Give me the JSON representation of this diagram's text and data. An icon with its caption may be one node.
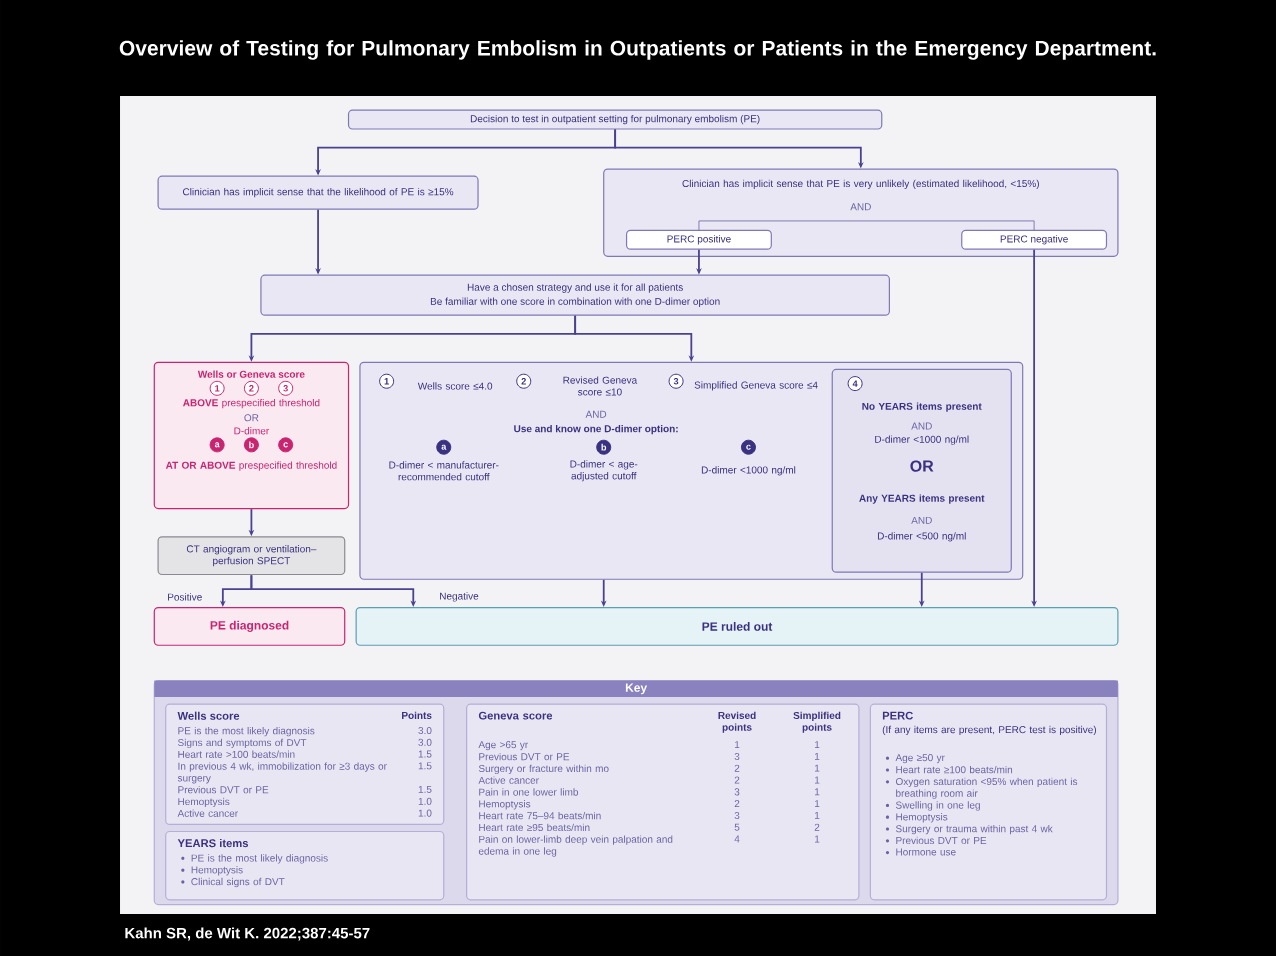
{
  "diagram": {
    "title": "Overview of Testing for Pulmonary Embolism in Outpatients or Patients in the Emergency Department.",
    "caption": "Kahn SR, de Wit K. 2022;387:45-57",
    "nodes": [
      {
        "text": [
          "Decision to test in outpatient setting for pulmonary embolism (PE)"
        ]
      },
      {
        "text": [
          "Clinician has implicit sense that the likelihood of PE is ≥15%"
        ]
      },
      {
        "text": [
          "Clinician has implicit sense that PE is very unlikely (estimated likelihood, <15%)",
          "AND"
        ]
      },
      {
        "text": [
          "PERC positive"
        ],
        "in": 2
      },
      {
        "text": [
          "PERC negative"
        ],
        "in": 2
      },
      {
        "text": [
          "Have a chosen strategy and use it for all patients",
          "Be familiar with one score in combination with one D-dimer option"
        ]
      },
      {
        "text": [
          "Wells or Geneva score",
          "1",
          "2",
          "3",
          "**ABOVE** prespecified threshold",
          "OR",
          "D-dimer",
          "a",
          "b",
          "c",
          "**AT OR ABOVE** prespecified threshold"
        ]
      },
      {
        "text": [
          "1",
          "Wells score ≤4.0",
          "2",
          "Revised Geneva score ≤10",
          "3",
          "Simplified Geneva score ≤4",
          "AND",
          "Use and know one D-dimer option:",
          "a",
          "D-dimer < manufacturer-recommended cutoff",
          "b",
          "D-dimer < age-adjusted cutoff",
          "c",
          "D-dimer <1000 ng/ml"
        ]
      },
      {
        "text": [
          "4",
          "No YEARS items present",
          "AND",
          "D-dimer <1000 ng/ml",
          "OR",
          "Any YEARS items present",
          "AND",
          "D-dimer <500 ng/ml"
        ],
        "in": 7
      },
      {
        "text": [
          "CT angiogram or ventilation–perfusion SPECT"
        ]
      },
      {
        "text": [
          "PE diagnosed"
        ]
      },
      {
        "text": [
          "PE ruled out"
        ]
      },
      {
        "text": [
          "Key"
        ]
      },
      {
        "text": [
          "Wells score",
          "Points",
          "PE is the most likely diagnosis",
          "3.0",
          "Signs and symptoms of DVT",
          "3.0",
          "Heart rate >100 beats/min",
          "1.5",
          "In previous 4 wk, immobilization for ≥3 days or surgery",
          "1.5",
          "Previous DVT or PE",
          "1.5",
          "Hemoptysis",
          "1.0",
          "Active cancer",
          "1.0"
        ],
        "in": 12
      },
      {
        "text": [
          "YEARS items",
          "PE is the most likely diagnosis",
          "Hemoptysis",
          "Clinical signs of DVT"
        ],
        "in": 12
      },
      {
        "text": [
          "Geneva score",
          "Revised points",
          "Simplified points",
          "Age >65 yr",
          "1",
          "1",
          "Previous DVT or PE",
          "3",
          "1",
          "Surgery or fracture within mo",
          "2",
          "1",
          "Active cancer",
          "2",
          "1",
          "Pain in one lower limb",
          "3",
          "1",
          "Hemoptysis",
          "2",
          "1",
          "Heart rate 75–94 beats/min",
          "3",
          "1",
          "Heart rate ≥95 beats/min",
          "5",
          "2",
          "Pain on lower-limb deep vein palpation and edema in one leg",
          "4",
          "1"
        ],
        "in": 12
      },
      {
        "text": [
          "PERC",
          "(If any items are present, PERC test is positive)",
          "Age ≥50 yr",
          "Heart rate ≥100 beats/min",
          "Oxygen saturation <95% when patient is breathing room air",
          "Swelling in one leg",
          "Hemoptysis",
          "Surgery or trauma within past 4 wk",
          "Previous DVT or PE",
          "Hormone use"
        ],
        "in": 12
      }
    ],
    "edges": [
      {
        "from": 0,
        "to": 1,
        "arrow": "to"
      },
      {
        "from": 0,
        "to": 2,
        "arrow": "to"
      },
      {
        "from": 1,
        "to": 5,
        "arrow": "to"
      },
      {
        "from": 3,
        "to": 5,
        "arrow": "to"
      },
      {
        "from": 4,
        "to": 11,
        "arrow": "to"
      },
      {
        "from": 5,
        "to": 6,
        "arrow": "to"
      },
      {
        "from": 5,
        "to": 7,
        "arrow": "to"
      },
      {
        "from": 6,
        "to": 9,
        "arrow": "to"
      },
      {
        "from": 9,
        "to": 10,
        "arrow": "to",
        "label": "Positive"
      },
      {
        "from": 9,
        "to": 11,
        "arrow": "to",
        "label": "Negative"
      },
      {
        "from": 7,
        "to": 11,
        "arrow": "to"
      },
      {
        "from": 8,
        "to": 11,
        "arrow": "to"
      }
    ]
  }
}
